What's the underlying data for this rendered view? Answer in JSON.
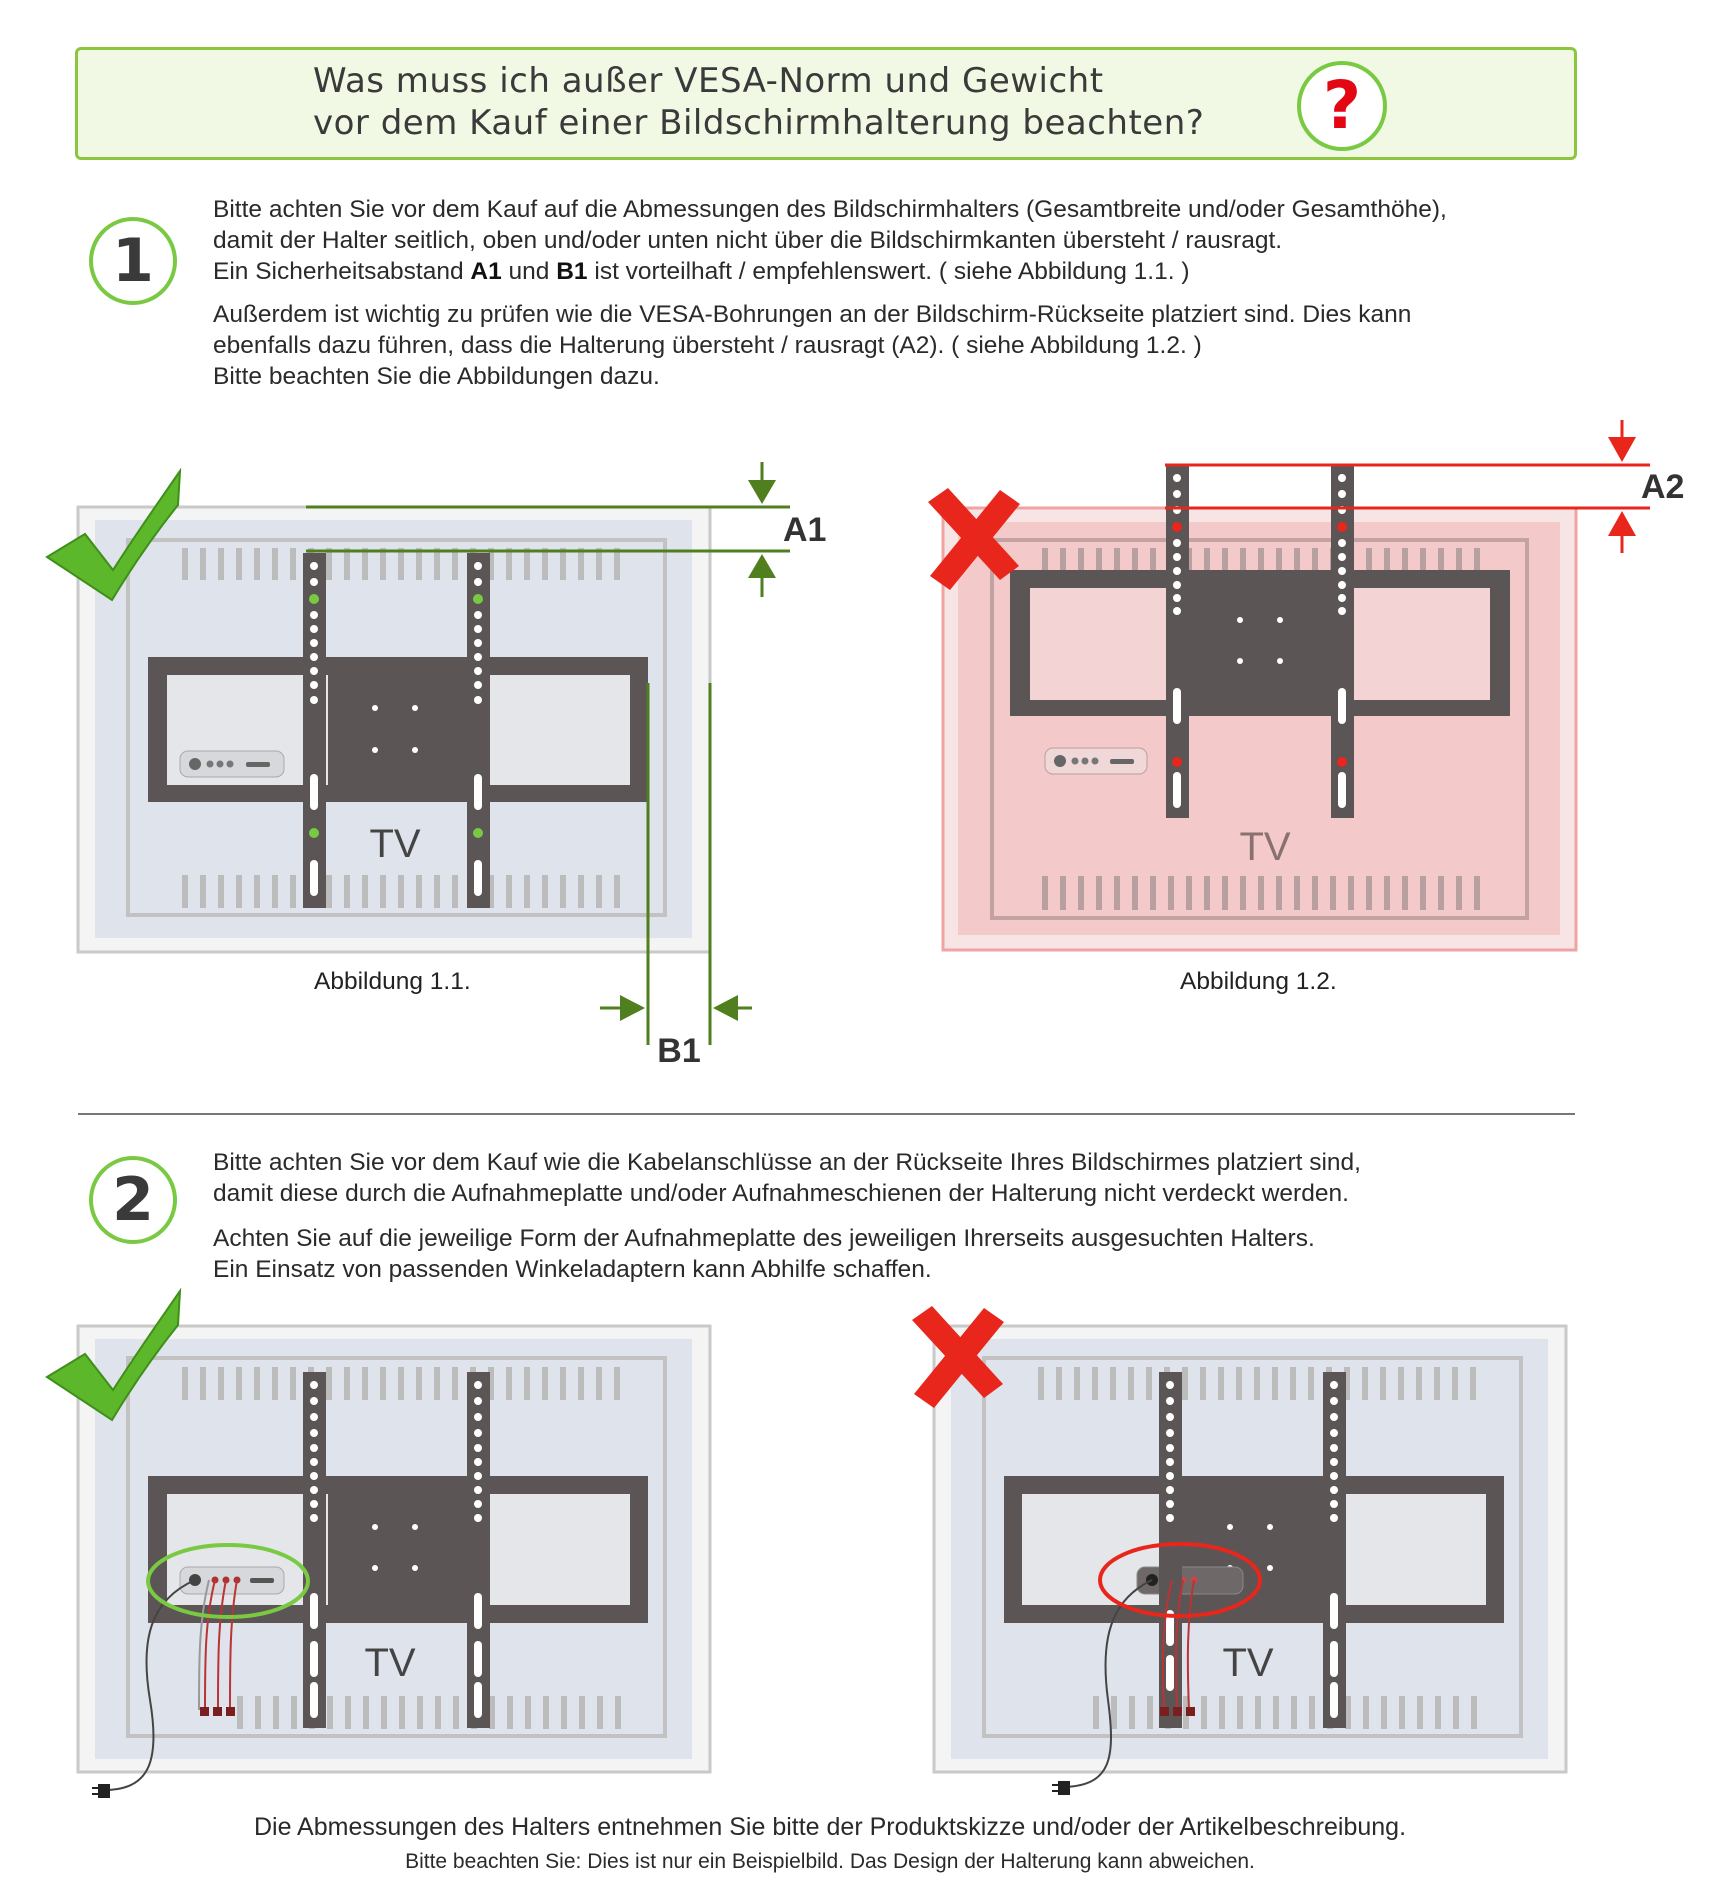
{
  "header": {
    "title_line1": "Was muss ich außer VESA-Norm und Gewicht",
    "title_line2": "vor dem Kauf einer Bildschirmhalterung beachten?",
    "question_mark": "?"
  },
  "step1": {
    "number": "1",
    "p1_line1": "Bitte achten Sie vor dem Kauf auf die Abmessungen des Bildschirmhalters (Gesamtbreite und/oder Gesamthöhe),",
    "p1_line2": "damit der Halter seitlich, oben und/oder unten nicht über die Bildschirmkanten übersteht / rausragt.",
    "p1_line3_a": "Ein Sicherheitsabstand ",
    "p1_line3_b1": "A1",
    "p1_line3_c": " und ",
    "p1_line3_d1": "B1",
    "p1_line3_e": " ist vorteilhaft / empfehlenswert. ( siehe Abbildung 1.1. )",
    "p2_line1": "Außerdem ist wichtig zu prüfen wie die VESA-Bohrungen an der Bildschirm-Rückseite platziert sind. Dies kann",
    "p2_line2": "ebenfalls dazu führen, dass die Halterung übersteht / rausragt (A2). ( siehe Abbildung 1.2. )",
    "p2_line3": "Bitte beachten Sie die Abbildungen dazu.",
    "fig1": {
      "tv_label": "TV",
      "dim_a": "A1",
      "dim_b": "B1",
      "caption": "Abbildung 1.1.",
      "status": "correct"
    },
    "fig2": {
      "tv_label": "TV",
      "dim_a": "A2",
      "caption": "Abbildung 1.2.",
      "status": "wrong"
    }
  },
  "step2": {
    "number": "2",
    "p1_line1": "Bitte achten Sie vor dem Kauf wie die Kabelanschlüsse an der Rückseite Ihres Bildschirmes platziert sind,",
    "p1_line2": "damit diese durch die Aufnahmeplatte und/oder Aufnahmeschienen der Halterung nicht verdeckt werden.",
    "p2_line1": "Achten Sie auf die jeweilige Form der Aufnahmeplatte des jeweiligen Ihrerseits ausgesuchten Halters.",
    "p2_line2": "Ein Einsatz von passenden Winkeladaptern kann Abhilfe schaffen.",
    "fig3": {
      "tv_label": "TV",
      "status": "correct"
    },
    "fig4": {
      "tv_label": "TV",
      "status": "wrong"
    }
  },
  "footer": {
    "line1": "Die Abmessungen des Halters entnehmen Sie bitte der Produktskizze und/oder der Artikelbeschreibung.",
    "line2": "Bitte beachten Sie: Dies ist nur ein Beispielbild. Das Design der Halterung kann abweichen."
  },
  "colors": {
    "accent_green": "#7ac943",
    "dim_green": "#4f7f1e",
    "warning_red": "#e8261c",
    "bracket": "#5b5555"
  },
  "icons": [
    "question-mark-icon",
    "checkmark-icon",
    "cross-icon",
    "plug-icon"
  ]
}
